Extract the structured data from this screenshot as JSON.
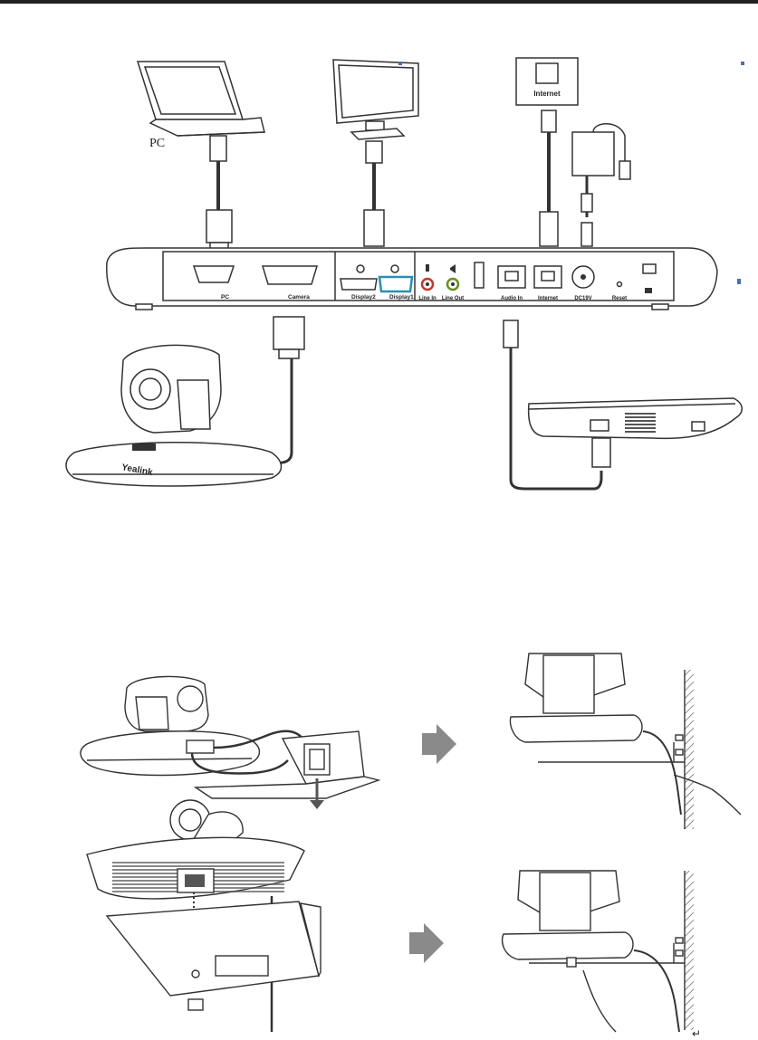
{
  "diagram1": {
    "pc_label": "PC",
    "internet_label": "Internet",
    "ports": {
      "pc": "PC",
      "camera": "Camera",
      "display2": "Display2",
      "display1": "Display1",
      "line_in": "Line In",
      "line_out": "Line Out",
      "audio_in": "Audio In",
      "internet": "Internet",
      "dc": "DC19V",
      "reset": "Reset"
    },
    "camera_brand": "Yealink"
  },
  "colors": {
    "line": "#333333",
    "display1_highlight": "#2a8fb4",
    "line_in_ring": "#c0392b",
    "line_out_ring": "#6b8e23",
    "arrow": "#8a8a8a",
    "marker": "#4a6fa5"
  },
  "footer": {
    "return_glyph": "↵"
  }
}
